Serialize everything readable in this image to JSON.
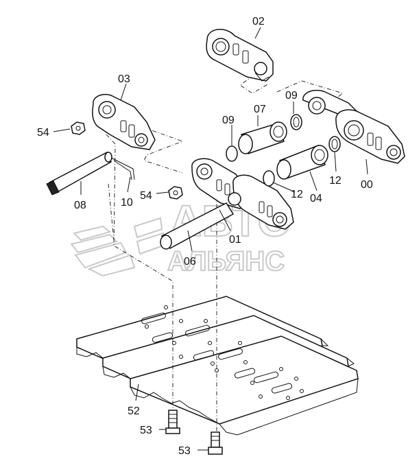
{
  "watermark": {
    "line1": "АВТО",
    "line2": "АЛЬЯНС"
  },
  "labels": [
    {
      "id": "02",
      "text": "02"
    },
    {
      "id": "03",
      "text": "03"
    },
    {
      "id": "09a",
      "text": "09"
    },
    {
      "id": "09b",
      "text": "09"
    },
    {
      "id": "07",
      "text": "07"
    },
    {
      "id": "54a",
      "text": "54"
    },
    {
      "id": "54b",
      "text": "54"
    },
    {
      "id": "08",
      "text": "08"
    },
    {
      "id": "10",
      "text": "10"
    },
    {
      "id": "12a",
      "text": "12"
    },
    {
      "id": "12b",
      "text": "12"
    },
    {
      "id": "04",
      "text": "04"
    },
    {
      "id": "00",
      "text": "00"
    },
    {
      "id": "01",
      "text": "01"
    },
    {
      "id": "06",
      "text": "06"
    },
    {
      "id": "52",
      "text": "52"
    },
    {
      "id": "53a",
      "text": "53"
    },
    {
      "id": "53b",
      "text": "53"
    }
  ]
}
